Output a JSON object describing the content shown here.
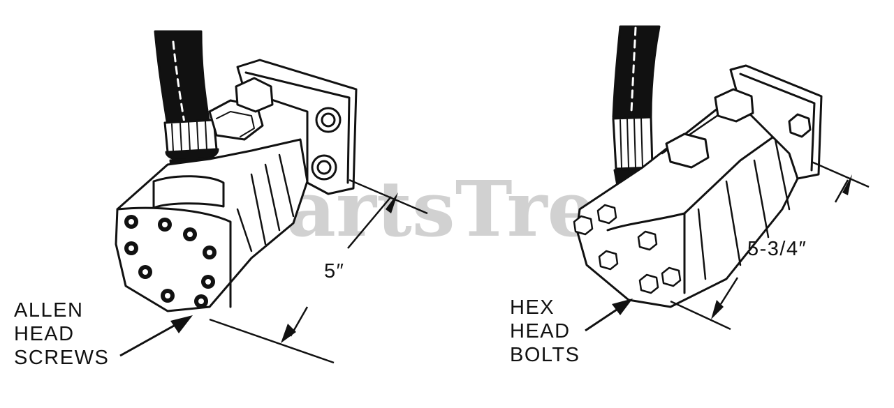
{
  "watermark": {
    "text": "PartsTree",
    "color": "#c9c9c9"
  },
  "left_part": {
    "label_lines": [
      "ALLEN",
      "HEAD",
      "SCREWS"
    ],
    "dimension": "5″",
    "fastener_icon": "allen-screw-icon"
  },
  "right_part": {
    "label_lines": [
      "HEX",
      "HEAD",
      "BOLTS"
    ],
    "dimension": "5-3/4″",
    "fastener_icon": "hex-bolt-icon"
  },
  "colors": {
    "ink": "#111111",
    "background": "#ffffff"
  }
}
